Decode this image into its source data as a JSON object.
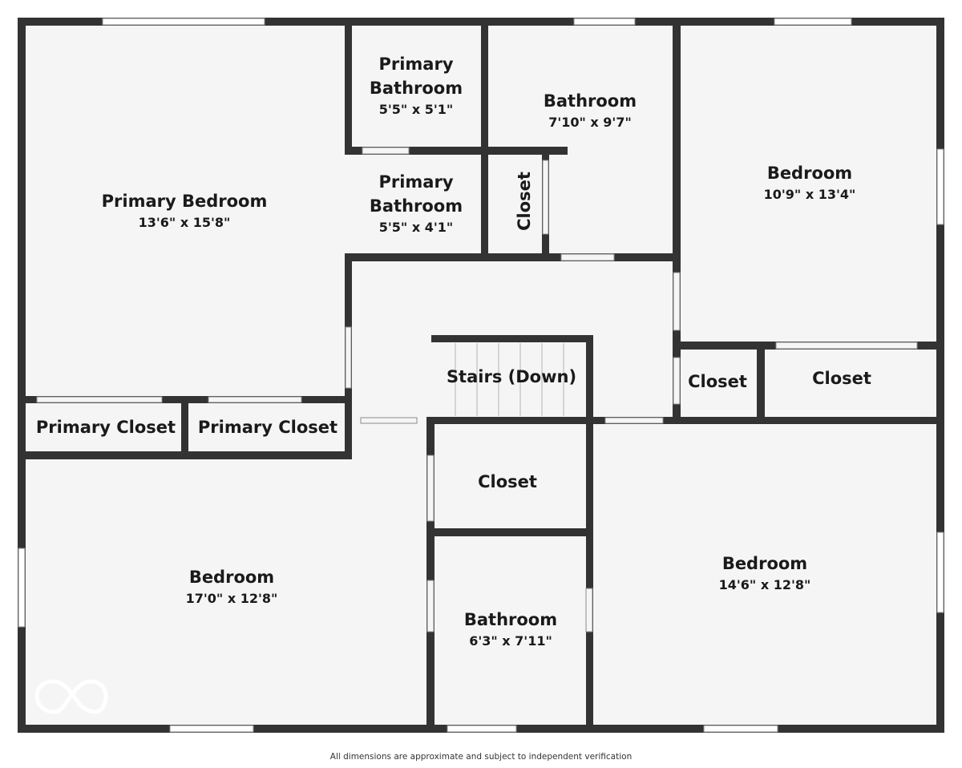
{
  "rooms": {
    "primary_bedroom": {
      "name": "Primary Bedroom",
      "dims": "13'6\" x 15'8\""
    },
    "primary_bath_1": {
      "name_l1": "Primary",
      "name_l2": "Bathroom",
      "dims": "5'5\" x 5'1\""
    },
    "primary_bath_2": {
      "name_l1": "Primary",
      "name_l2": "Bathroom",
      "dims": "5'5\" x 4'1\""
    },
    "bath_upper": {
      "name": "Bathroom",
      "dims": "7'10\" x 9'7\""
    },
    "closet_vertical": {
      "name": "Closet"
    },
    "bedroom_ne": {
      "name": "Bedroom",
      "dims": "10'9\" x 13'4\""
    },
    "stairs": {
      "name": "Stairs (Down)"
    },
    "closet_east_small": {
      "name": "Closet"
    },
    "closet_east_large": {
      "name": "Closet"
    },
    "primary_closet_1": {
      "name": "Primary Closet"
    },
    "primary_closet_2": {
      "name": "Primary Closet"
    },
    "closet_center": {
      "name": "Closet"
    },
    "bedroom_sw": {
      "name": "Bedroom",
      "dims": "17'0\" x 12'8\""
    },
    "bath_lower": {
      "name": "Bathroom",
      "dims": "6'3\" x 7'11\""
    },
    "bedroom_se": {
      "name": "Bedroom",
      "dims": "14'6\" x 12'8\""
    }
  },
  "footer": {
    "disclaimer": "All dimensions are approximate and subject to independent verification"
  },
  "logo": {
    "icon": "infinity-logo-icon"
  },
  "colors": {
    "wall": "#333333",
    "floor": "#f5f5f5",
    "background": "#ffffff"
  }
}
